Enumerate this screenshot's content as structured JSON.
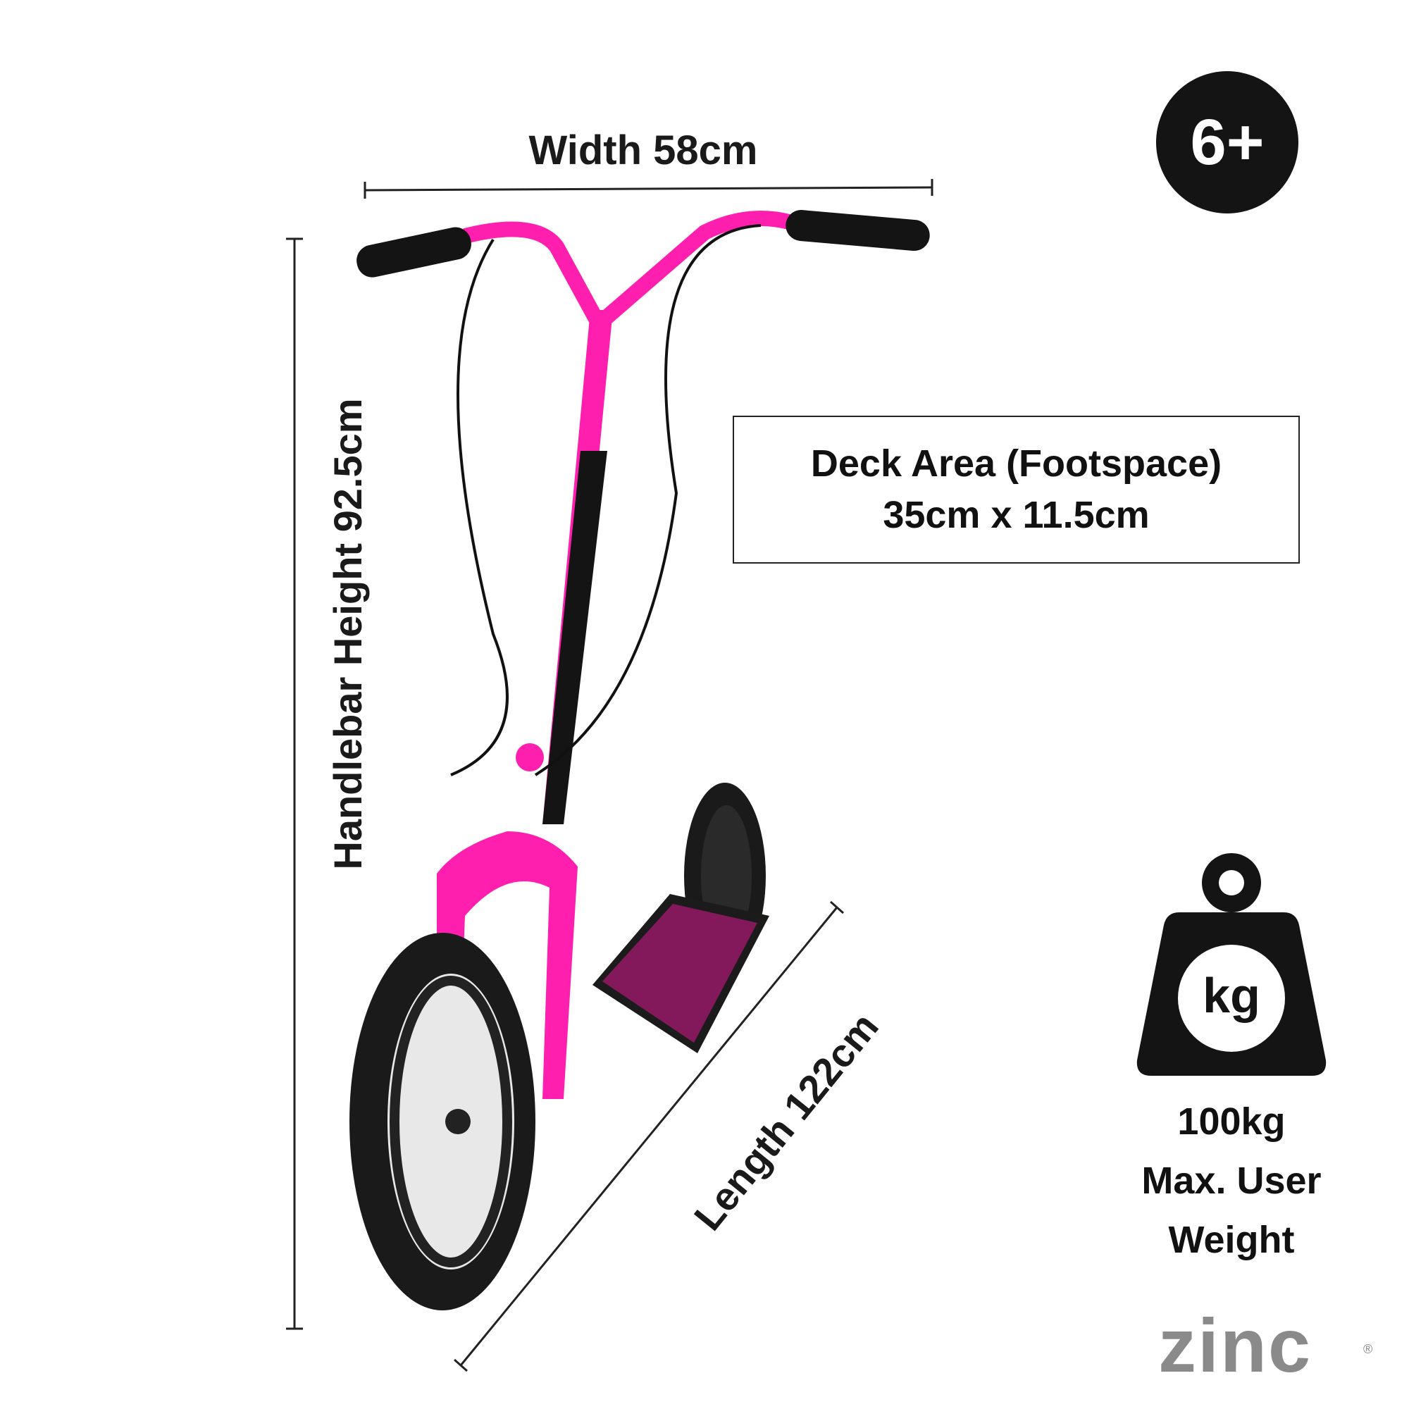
{
  "dimensions": {
    "width_label": "Width 58cm",
    "height_label": "Handlebar Height 92.5cm",
    "length_label": "Length 122cm"
  },
  "age_badge": "6+",
  "deck": {
    "line1": "Deck Area (Footspace)",
    "line2": "35cm x 11.5cm"
  },
  "weight": {
    "icon": "weight-kg-icon",
    "icon_text": "kg",
    "value": "100kg",
    "line2": "Max. User",
    "line3": "Weight"
  },
  "brand": {
    "logo": "zinc"
  },
  "colors": {
    "accent_pink": "#ff1fae",
    "dark": "#141414",
    "logo_grey": "#8a8a8a"
  }
}
